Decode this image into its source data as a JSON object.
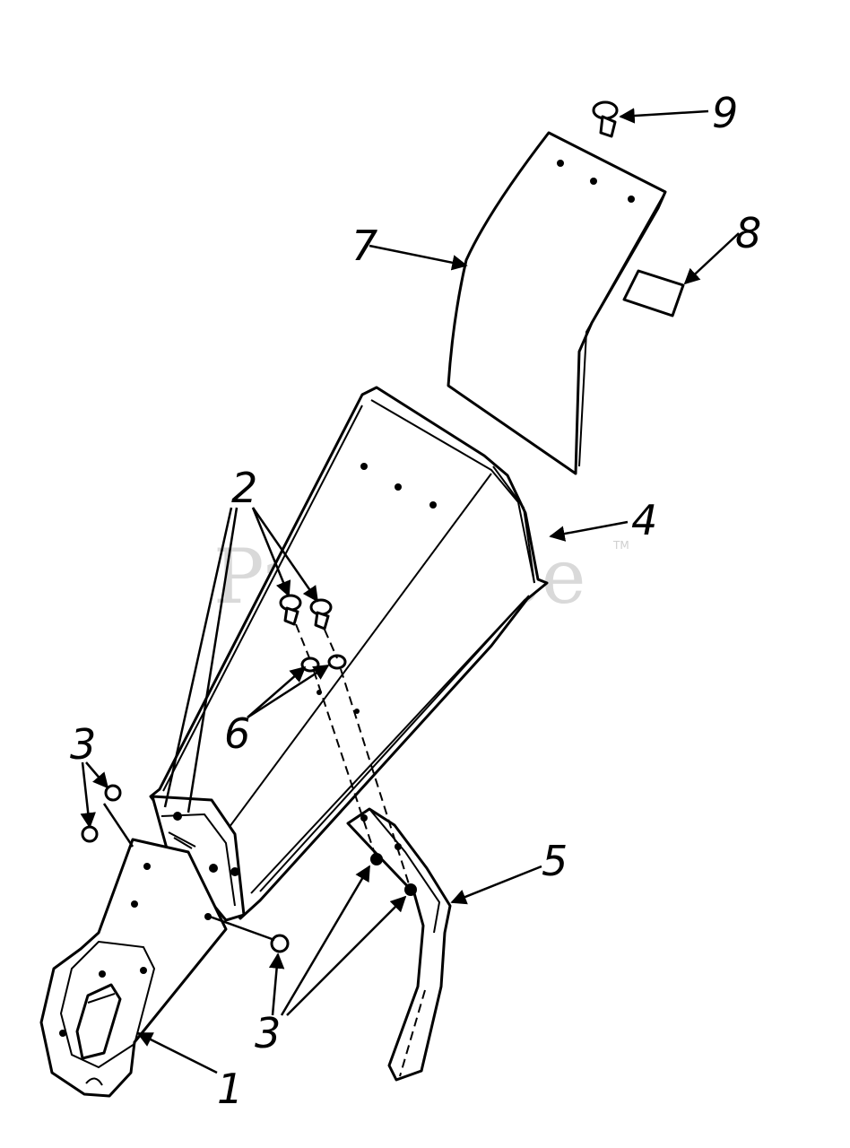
{
  "watermark": {
    "text": "PartsTree",
    "trademark": "TM"
  },
  "callouts": {
    "c1": "1",
    "c2": "2",
    "c3a": "3",
    "c3b": "3",
    "c4": "4",
    "c5": "5",
    "c6": "6",
    "c7": "7",
    "c8": "8",
    "c9": "9"
  },
  "colors": {
    "line": "#000000",
    "watermark": "#d9d9d9",
    "background": "#ffffff"
  }
}
